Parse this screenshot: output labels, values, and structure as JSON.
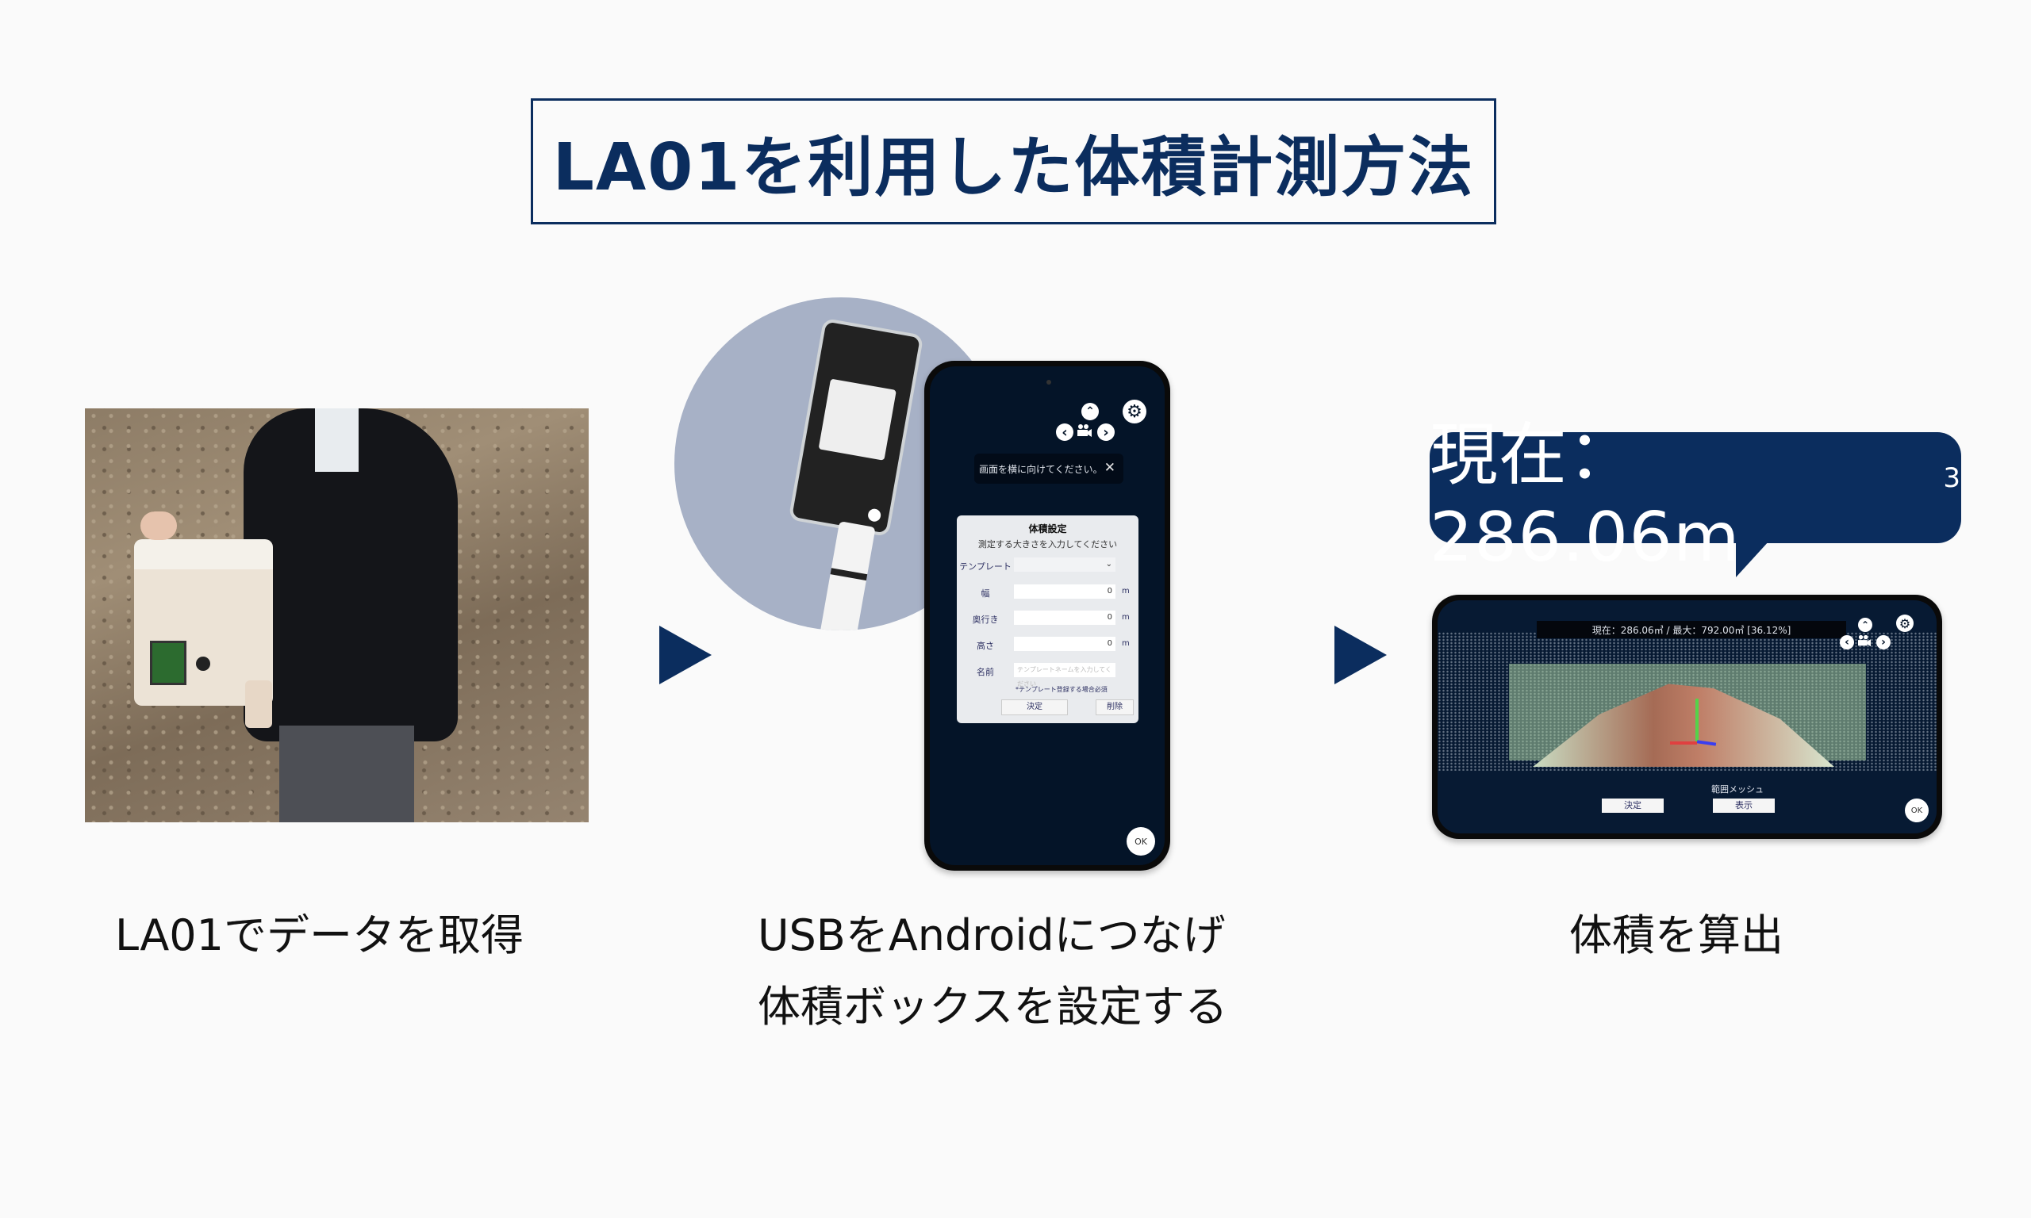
{
  "title": "LA01を利用した体積計測方法",
  "steps": [
    {
      "caption": "LA01でデータを取得",
      "image": "photo-person-holding-la01-scanner"
    },
    {
      "caption_line1": "USBをAndroidにつなげ",
      "caption_line2": "体積ボックスを設定する",
      "phone": {
        "toast": "画面を横に向けてください。",
        "toast_close": "✕",
        "dialog": {
          "title": "体積設定",
          "subtitle": "測定する大きさを入力してください",
          "fields": [
            {
              "label": "テンプレート",
              "value": "",
              "unit": "",
              "type": "select",
              "chevron": "⌄"
            },
            {
              "label": "幅",
              "value": "0",
              "unit": "m"
            },
            {
              "label": "奥行き",
              "value": "0",
              "unit": "m"
            },
            {
              "label": "高さ",
              "value": "0",
              "unit": "m"
            },
            {
              "label": "名前",
              "placeholder": "テンプレートネームを入力してください",
              "unit": ""
            }
          ],
          "note": "*テンプレート登録する場合必須",
          "confirm_label": "決定",
          "delete_label": "削除"
        },
        "ok_label": "OK",
        "icons": [
          "chevron-up-icon",
          "chevron-left-icon",
          "camera-icon",
          "chevron-right-icon",
          "gear-icon"
        ]
      }
    },
    {
      "caption": "体積を算出",
      "callout": {
        "prefix": "現在：286.06m",
        "superscript": "3"
      },
      "phone": {
        "status": "現在：286.06㎥ / 最大：792.00㎥ [36.12%]",
        "mesh_label": "範囲メッシュ",
        "confirm_label": "決定",
        "show_label": "表示",
        "ok_label": "OK"
      }
    }
  ],
  "icons": {
    "up": "⌃",
    "left": "‹",
    "right": "›",
    "gear": "⚙",
    "camera": "🎥",
    "step_arrow": "▶"
  },
  "colors": {
    "brand_navy": "#0b2d5e",
    "phone_screen": "#041428",
    "background": "#fafafa",
    "circle_bg": "#a7b1c6"
  }
}
